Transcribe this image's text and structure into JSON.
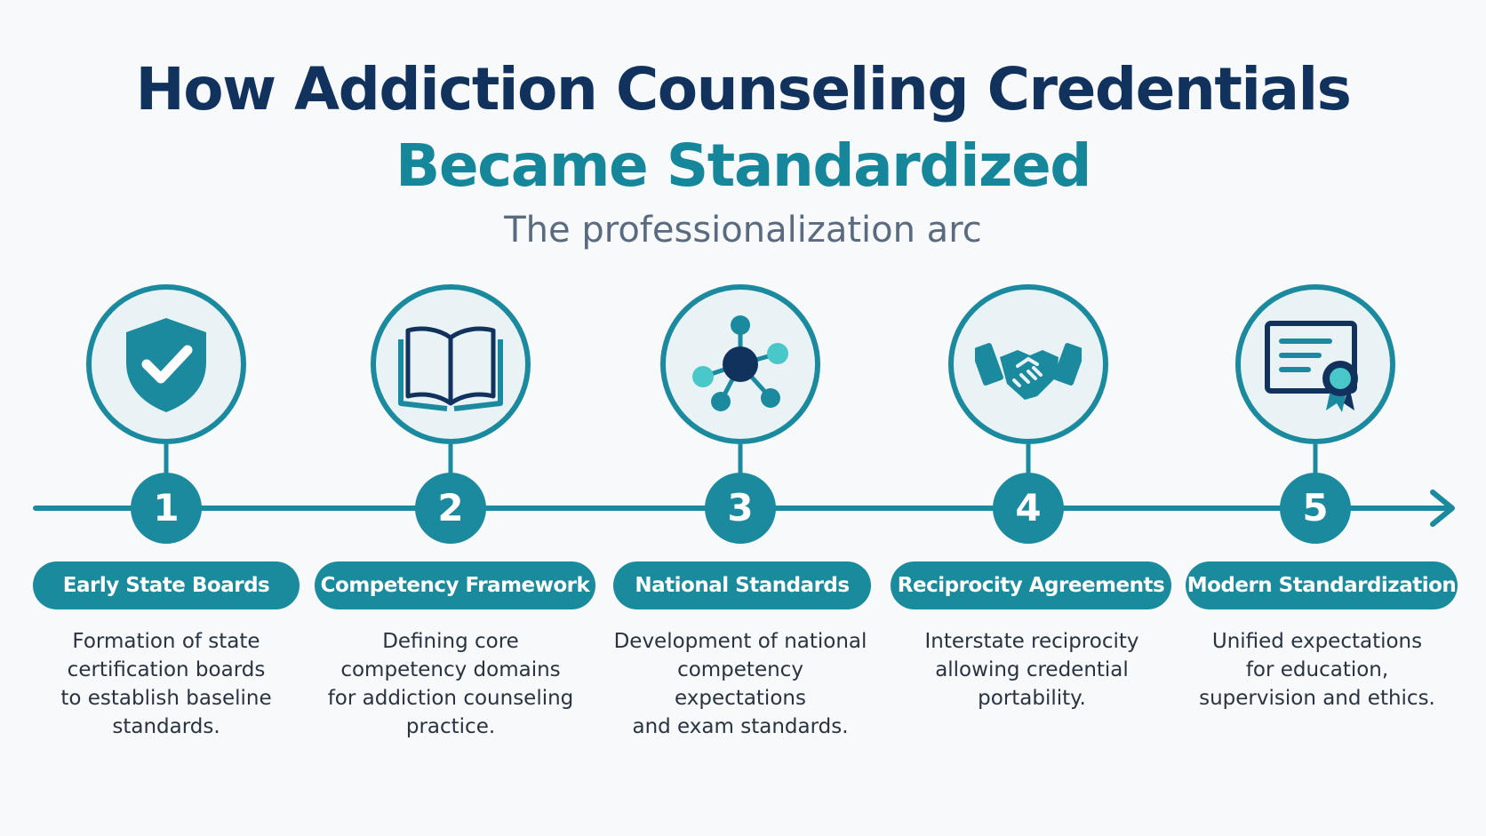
{
  "header": {
    "title_line1": "How Addiction Counseling Credentials",
    "title_line2": "Became Standardized",
    "subtitle": "The professionalization arc"
  },
  "colors": {
    "navy": "#12325e",
    "teal": "#1b8a9e",
    "light_teal": "#e9f3f6",
    "accent": "#4ac7c9"
  },
  "steps": [
    {
      "number": "1",
      "label": "Early State Boards",
      "icon": "shield-check-icon",
      "desc_lines": [
        "Formation of state",
        "certification boards",
        "to establish baseline",
        "standards."
      ]
    },
    {
      "number": "2",
      "label": "Competency Framework",
      "icon": "open-book-icon",
      "desc_lines": [
        "Defining core",
        "competency domains",
        "for addiction counseling",
        "practice."
      ]
    },
    {
      "number": "3",
      "label": "National Standards",
      "icon": "network-icon",
      "desc_lines": [
        "Development of national",
        "competency expectations",
        "and exam standards."
      ]
    },
    {
      "number": "4",
      "label": "Reciprocity Agreements",
      "icon": "handshake-icon",
      "desc_lines": [
        "Interstate reciprocity",
        "allowing credential",
        "portability."
      ]
    },
    {
      "number": "5",
      "label": "Modern Standardization",
      "icon": "certificate-icon",
      "desc_lines": [
        "Unified expectations",
        "for education,",
        "supervision and ethics."
      ]
    }
  ]
}
